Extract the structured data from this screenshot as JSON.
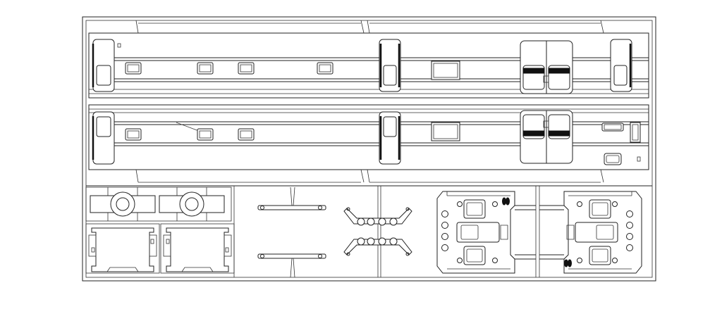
{
  "drawing": {
    "line_color": "#222222",
    "background": "#ffffff",
    "labels": []
  },
  "parts": {
    "upper_frame": {
      "name": "upper-side-frame",
      "window_count": 4,
      "wheelset_count": 3,
      "door_pair": true
    },
    "lower_frame": {
      "name": "lower-side-frame",
      "window_count": 2,
      "wheelset_count": 2,
      "door_pair": true
    },
    "journal_boxes": {
      "count": 2
    },
    "bolster_frames": {
      "count": 2
    },
    "brake_rods": {
      "count": 2
    },
    "linkages": {
      "count": 2
    },
    "trucks": {
      "count": 2
    }
  }
}
